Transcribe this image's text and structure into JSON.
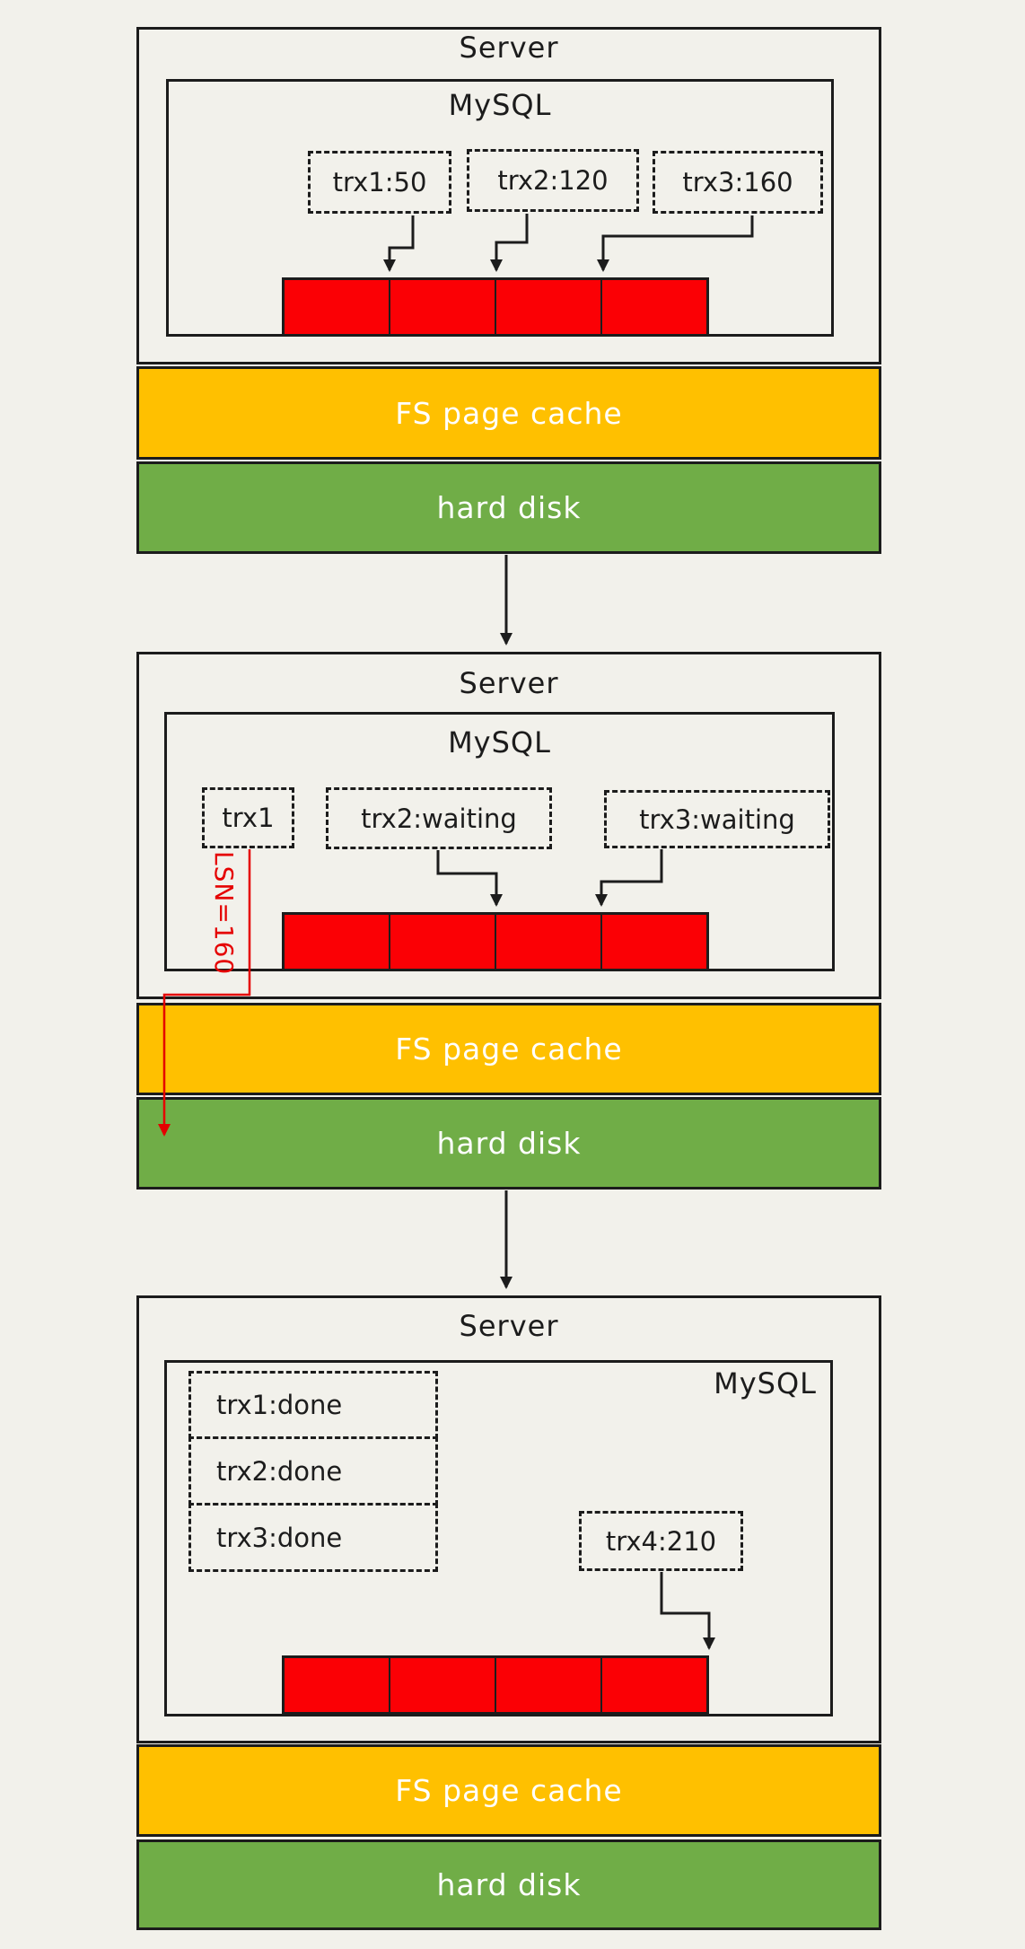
{
  "colors": {
    "background": "#F2F1EB",
    "fs_page_cache": "#FFC000",
    "hard_disk": "#70AD47",
    "log_buffer": "#FB0005",
    "annotation_red": "#E50000"
  },
  "stages": [
    {
      "server_label": "Server",
      "mysql_label": "MySQL",
      "fs_cache_label": "FS page cache",
      "hard_disk_label": "hard disk",
      "buffer_segments": 4,
      "transactions": [
        {
          "label": "trx1:50"
        },
        {
          "label": "trx2:120"
        },
        {
          "label": "trx3:160"
        }
      ]
    },
    {
      "server_label": "Server",
      "mysql_label": "MySQL",
      "fs_cache_label": "FS page cache",
      "hard_disk_label": "hard disk",
      "buffer_segments": 4,
      "lsn_annotation": "LSN=160",
      "transactions": [
        {
          "label": "trx1"
        },
        {
          "label": "trx2:waiting"
        },
        {
          "label": "trx3:waiting"
        }
      ]
    },
    {
      "server_label": "Server",
      "mysql_label": "MySQL",
      "fs_cache_label": "FS page cache",
      "hard_disk_label": "hard disk",
      "buffer_segments": 4,
      "transactions": [
        {
          "label": "trx1:done"
        },
        {
          "label": "trx2:done"
        },
        {
          "label": "trx3:done"
        },
        {
          "label": "trx4:210"
        }
      ]
    }
  ]
}
